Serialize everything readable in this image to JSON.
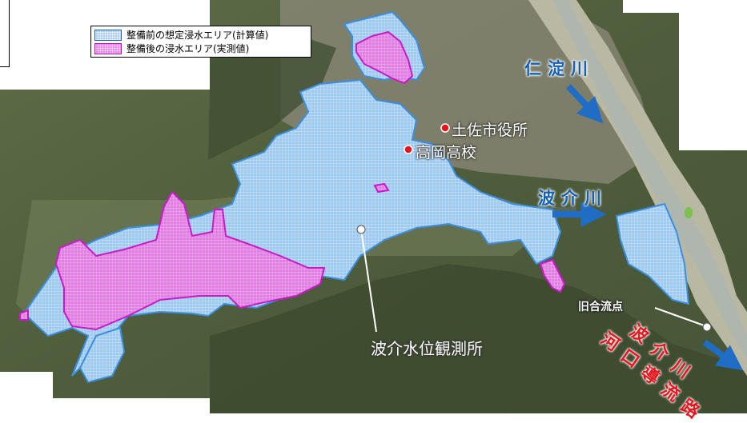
{
  "legend": {
    "pre_label": "整備前の想定浸水エリア(計算値)",
    "post_label": "整備後の浸水エリア(実測値)"
  },
  "labels": {
    "niyodo": "仁淀川",
    "hage_river": "波介川",
    "city_office": "土佐市役所",
    "school": "高岡高校",
    "station": "波介水位観測所",
    "old_confluence": "旧合流点",
    "channel_line1": "波介川",
    "channel_line2": "河口導流路"
  },
  "colors": {
    "pre_flood": "#9fcaf0",
    "post_flood": "#e07ee2",
    "river_label_blue": "#1560b5",
    "channel_red": "#e8141c",
    "marker_red": "#e8141c"
  }
}
